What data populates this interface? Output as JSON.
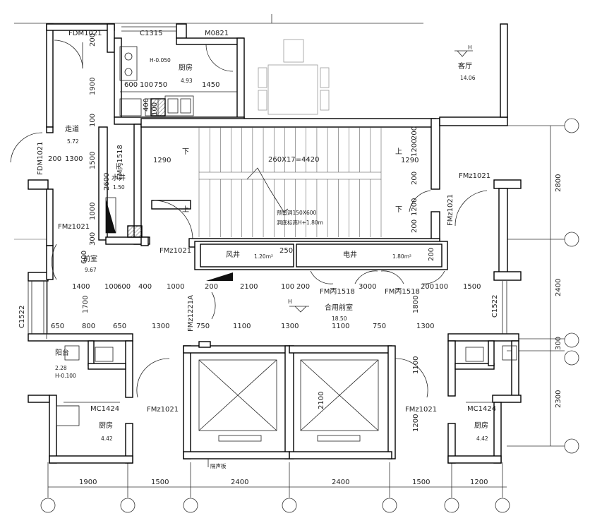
{
  "rooms": {
    "living": {
      "name": "客厅",
      "area": "14.06"
    },
    "kitchen_top": {
      "name": "厨房",
      "area": "4.93",
      "level": "H-0.050"
    },
    "corridor": {
      "name": "走道",
      "area": "5.72"
    },
    "shaft_water": {
      "name": "水井",
      "area": "1.50"
    },
    "front_room_left": {
      "name": "前室",
      "area": "9.67"
    },
    "wind_shaft": {
      "name": "风井",
      "area": "1.20m²"
    },
    "elec_shaft": {
      "name": "电井",
      "area": "1.80m²"
    },
    "shared_front_room": {
      "name": "合用前室",
      "area": "18.50"
    },
    "balcony": {
      "name": "阳台",
      "area": "2.28",
      "level": "H-0.100"
    },
    "kitchen_left": {
      "name": "厨房",
      "area": "4.42"
    },
    "kitchen_right": {
      "name": "厨房",
      "area": "4.42"
    },
    "sound_panel": {
      "name": "隔声板"
    }
  },
  "stair": {
    "spec": "260X17=4420",
    "down_label": "下",
    "up_label": "上",
    "note1": "预留洞150X600",
    "note2": "洞底标高H+1.80m"
  },
  "level_mark": "H",
  "openings": {
    "fdm1021_top": "FDM1021",
    "c1315": "C1315",
    "m0821": "M0821",
    "fdm1021_side": "FDM1021",
    "fm1518_vert": "FM丙1518",
    "fm1021_left": "FMz1021",
    "fm1021_mid": "FMz1021",
    "fm1021_right": "FMz1021",
    "fm1021_right_vert": "FMz1021",
    "fm1518_a": "FM丙1518",
    "fm1518_b": "FM丙1518",
    "fm1221a": "FMz1221A",
    "c1522_left": "C1522",
    "c1522_right": "C1522",
    "fm1021_bot_left": "FMz1021",
    "fm1021_bot_right": "FMz1021",
    "mc1424_left": "MC1424",
    "mc1424_right": "MC1424"
  },
  "dims": {
    "kitchen_top": [
      "600",
      "100",
      "750",
      "1450"
    ],
    "vert_200": "200",
    "vert_1900": "1900",
    "vert_100": "100",
    "vert_400": "400",
    "vert_100b": "100",
    "corr_row": [
      "200",
      "1300"
    ],
    "vert_1500": "1500",
    "vert_2600": "2600",
    "vert_1000": "1000",
    "vert_300": "300",
    "vert_600": "600",
    "stair_1290_left": "1290",
    "stair_1290_right": "1290",
    "stair_200a": "200",
    "stair_1200": "1200",
    "stair_200b": "200",
    "stair_1200b": "1200",
    "stair_200c": "200",
    "shaft_250": "250",
    "shaft_200": "200",
    "vert_1700": "1700",
    "vert_1800": "1800",
    "row1": [
      "1400",
      "100",
      "600",
      "400",
      "1000",
      "200",
      "2100",
      "100",
      "200",
      "3000",
      "200",
      "100",
      "1500"
    ],
    "row2": [
      "650",
      "800",
      "650",
      "1300",
      "750",
      "1100",
      "1300",
      "1100",
      "750",
      "1300"
    ],
    "vert_1100": "1100",
    "vert_1200": "1200",
    "elev_2100": "2100",
    "bottom": [
      "1900",
      "1500",
      "2400",
      "2400",
      "1500",
      "1200"
    ],
    "right": [
      "2800",
      "2400",
      "300",
      "2300"
    ]
  }
}
